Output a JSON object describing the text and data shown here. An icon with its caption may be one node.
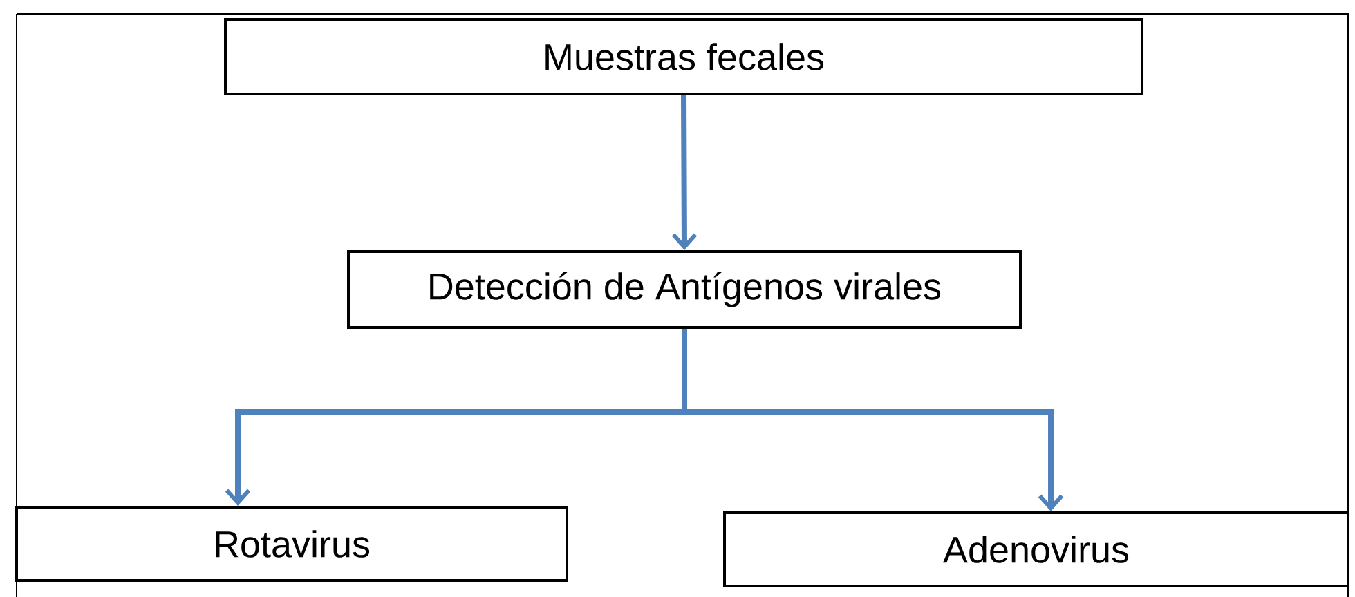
{
  "diagram": {
    "nodes": [
      {
        "text": [
          "Muestras fecales"
        ]
      },
      {
        "text": [
          "Detección de Antígenos virales"
        ]
      },
      {
        "text": [
          "Rotavirus"
        ]
      },
      {
        "text": [
          "Adenovirus"
        ]
      }
    ],
    "edges": [
      {
        "from": 0,
        "to": 1,
        "arrow": "to"
      },
      {
        "from": 1,
        "to": 2,
        "arrow": "to"
      },
      {
        "from": 1,
        "to": 3,
        "arrow": "to"
      }
    ]
  }
}
